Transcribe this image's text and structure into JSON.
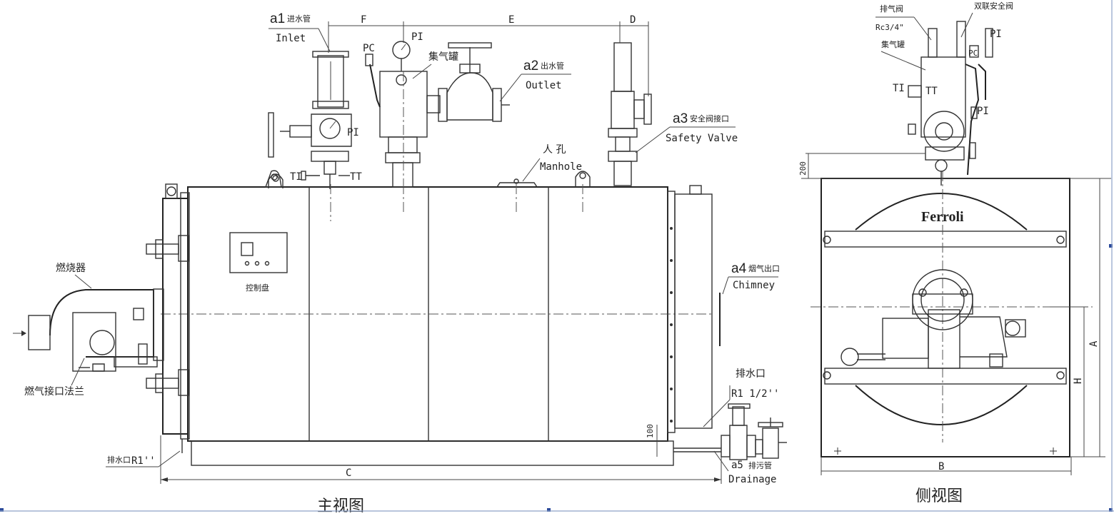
{
  "front_view": {
    "caption": "主视图",
    "a1": {
      "code": "a1",
      "cn": "进水管",
      "en": "Inlet"
    },
    "a2": {
      "code": "a2",
      "cn": "出水管",
      "en": "Outlet"
    },
    "a3": {
      "code": "a3",
      "cn": "安全阀接口",
      "en": "Safety Valve"
    },
    "a4": {
      "code": "a4",
      "cn": "烟气出口",
      "en": "Chimney"
    },
    "a5": {
      "code": "a5",
      "cn": "排污管",
      "en": "Drainage"
    },
    "manhole": {
      "cn": "人 孔",
      "en": "Manhole"
    },
    "pc": "PC",
    "pi_top": "PI",
    "pi_left": "PI",
    "ti": "TI",
    "tt": "TT",
    "collector": "集气罐",
    "burner": "燃烧器",
    "control_panel": "控制盘",
    "gas_flange": "燃气接口法兰",
    "drain_left_cn": "排水口",
    "drain_left_size": "R1''",
    "drain_right_cn": "排水口",
    "drain_right_size": "R1 1/2''",
    "dim_f": "F",
    "dim_e": "E",
    "dim_d": "D",
    "dim_c": "C",
    "dim_100": "100"
  },
  "side_view": {
    "caption": "侧视图",
    "vent_cn": "排气阀",
    "vent_size": "Rc3/4\"",
    "safety_cn": "双联安全阀",
    "collector": "集气罐",
    "pi_top": "PI",
    "pi_mid": "PI",
    "pc": "PC",
    "ti": "TI",
    "tt": "TT",
    "brand": "Ferroli",
    "dim_200": "200",
    "dim_a": "A",
    "dim_h": "H",
    "dim_b": "B"
  },
  "colors": {
    "line": "#333333",
    "marker": "#2b4a9a"
  }
}
